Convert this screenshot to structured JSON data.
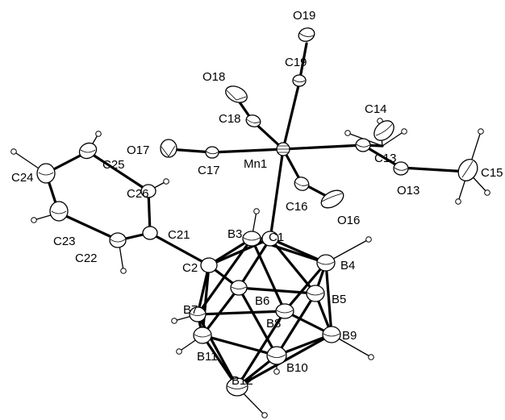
{
  "labels": {
    "O19": "O19",
    "C19": "C19",
    "O18": "O18",
    "C18": "C18",
    "C14": "C14",
    "O17": "O17",
    "C17": "C17",
    "Mn1": "Mn1",
    "C13": "C13",
    "O13": "O13",
    "C15": "C15",
    "C16": "C16",
    "O16": "O16",
    "C25": "C25",
    "C24": "C24",
    "C26": "C26",
    "C23": "C23",
    "C21": "C21",
    "C22": "C22",
    "B3": "B3",
    "C1": "C1",
    "B4": "B4",
    "C2": "C2",
    "B6": "B6",
    "B5": "B5",
    "B7": "B7",
    "B8": "B8",
    "B9": "B9",
    "B11": "B11",
    "B10": "B10",
    "B12": "B12"
  }
}
